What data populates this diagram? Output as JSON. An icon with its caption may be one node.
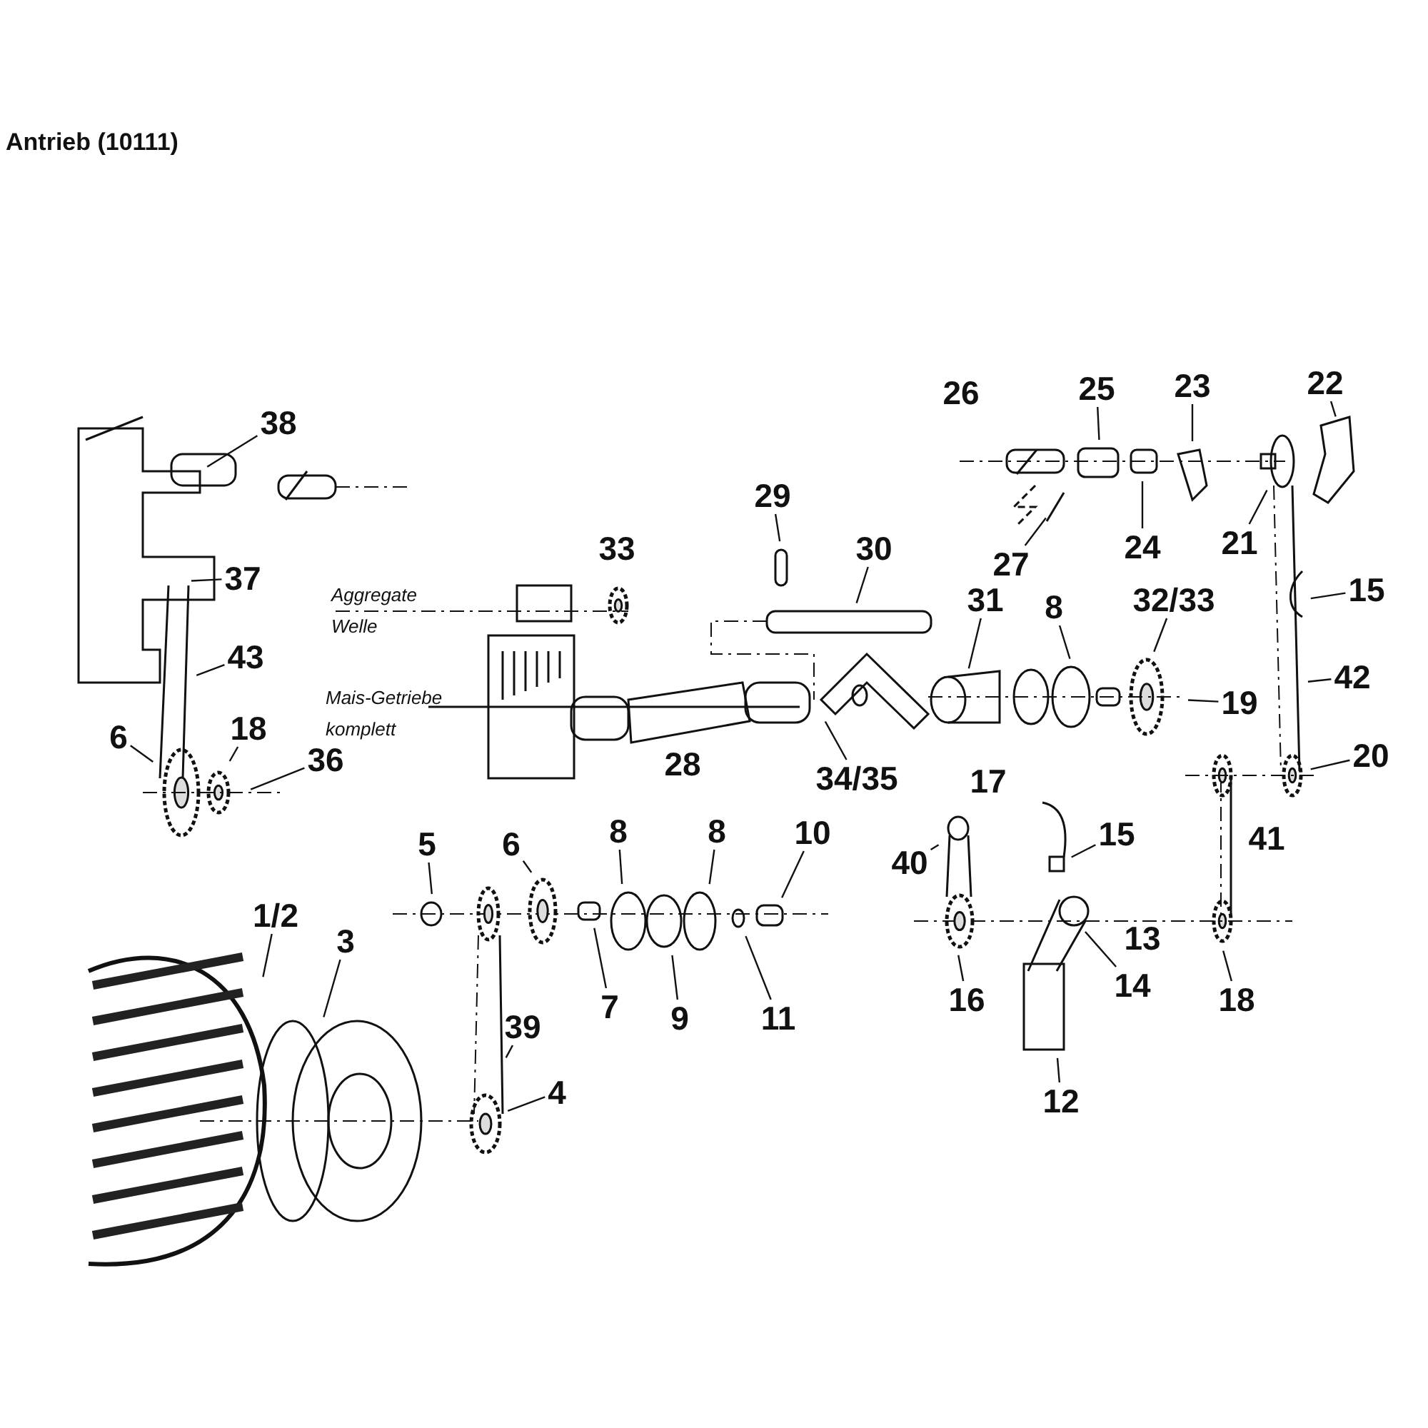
{
  "diagram": {
    "title": "Antrieb (10111)",
    "nodes": [
      {
        "text": [
          "38"
        ]
      },
      {
        "text": [
          "37"
        ]
      },
      {
        "text": [
          "43"
        ]
      },
      {
        "text": [
          "6"
        ]
      },
      {
        "text": [
          "18"
        ]
      },
      {
        "text": [
          "36"
        ]
      },
      {
        "text": [
          "29"
        ]
      },
      {
        "text": [
          "30"
        ]
      },
      {
        "text": [
          "34/35"
        ]
      },
      {
        "text": [
          "31"
        ]
      },
      {
        "text": [
          "8"
        ]
      },
      {
        "text": [
          "32/33"
        ]
      },
      {
        "text": [
          "19"
        ]
      },
      {
        "text": [
          "25"
        ]
      },
      {
        "text": [
          "23"
        ]
      },
      {
        "text": [
          "22"
        ]
      },
      {
        "text": [
          "24"
        ]
      },
      {
        "text": [
          "21"
        ]
      },
      {
        "text": [
          "27"
        ]
      },
      {
        "text": [
          "15"
        ]
      },
      {
        "text": [
          "42"
        ]
      },
      {
        "text": [
          "20"
        ]
      },
      {
        "text": [
          "40"
        ]
      },
      {
        "text": [
          "15"
        ]
      },
      {
        "text": [
          "14"
        ]
      },
      {
        "text": [
          "16"
        ]
      },
      {
        "text": [
          "18"
        ]
      },
      {
        "text": [
          "12"
        ]
      },
      {
        "text": [
          "5"
        ]
      },
      {
        "text": [
          "6"
        ]
      },
      {
        "text": [
          "8"
        ]
      },
      {
        "text": [
          "8"
        ]
      },
      {
        "text": [
          "10"
        ]
      },
      {
        "text": [
          "7"
        ]
      },
      {
        "text": [
          "9"
        ]
      },
      {
        "text": [
          "11"
        ]
      },
      {
        "text": [
          "1/2"
        ]
      },
      {
        "text": [
          "3"
        ]
      },
      {
        "text": [
          "39"
        ]
      },
      {
        "text": [
          "4"
        ]
      }
    ],
    "edges": [
      {
        "from": 0,
        "to": null,
        "arrow": "none"
      },
      {
        "from": 1,
        "to": null,
        "arrow": "none"
      },
      {
        "from": 2,
        "to": null,
        "arrow": "none"
      },
      {
        "from": 3,
        "to": null,
        "arrow": "none"
      },
      {
        "from": 4,
        "to": null,
        "arrow": "none"
      },
      {
        "from": 5,
        "to": null,
        "arrow": "none"
      },
      {
        "from": 6,
        "to": null,
        "arrow": "none"
      },
      {
        "from": 7,
        "to": null,
        "arrow": "none"
      },
      {
        "from": 8,
        "to": null,
        "arrow": "none"
      },
      {
        "from": 9,
        "to": null,
        "arrow": "none"
      },
      {
        "from": 10,
        "to": null,
        "arrow": "none"
      },
      {
        "from": 11,
        "to": null,
        "arrow": "none"
      },
      {
        "from": 12,
        "to": null,
        "arrow": "none"
      },
      {
        "from": 13,
        "to": null,
        "arrow": "none"
      },
      {
        "from": 14,
        "to": null,
        "arrow": "none"
      },
      {
        "from": 15,
        "to": null,
        "arrow": "none"
      },
      {
        "from": 16,
        "to": null,
        "arrow": "none"
      },
      {
        "from": 17,
        "to": null,
        "arrow": "none"
      },
      {
        "from": 18,
        "to": null,
        "arrow": "none"
      },
      {
        "from": 19,
        "to": null,
        "arrow": "none"
      },
      {
        "from": 20,
        "to": null,
        "arrow": "none"
      },
      {
        "from": 21,
        "to": null,
        "arrow": "none"
      },
      {
        "from": 22,
        "to": null,
        "arrow": "none"
      },
      {
        "from": 23,
        "to": null,
        "arrow": "none"
      },
      {
        "from": 24,
        "to": null,
        "arrow": "none"
      },
      {
        "from": 25,
        "to": null,
        "arrow": "none"
      },
      {
        "from": 26,
        "to": null,
        "arrow": "none"
      },
      {
        "from": 27,
        "to": null,
        "arrow": "none"
      },
      {
        "from": 28,
        "to": null,
        "arrow": "none"
      },
      {
        "from": 29,
        "to": null,
        "arrow": "none"
      },
      {
        "from": 30,
        "to": null,
        "arrow": "none"
      },
      {
        "from": 31,
        "to": null,
        "arrow": "none"
      },
      {
        "from": 32,
        "to": null,
        "arrow": "none"
      },
      {
        "from": 33,
        "to": null,
        "arrow": "none"
      },
      {
        "from": 34,
        "to": null,
        "arrow": "none"
      },
      {
        "from": 35,
        "to": null,
        "arrow": "none"
      },
      {
        "from": 36,
        "to": null,
        "arrow": "none"
      },
      {
        "from": 37,
        "to": null,
        "arrow": "none"
      },
      {
        "from": 38,
        "to": null,
        "arrow": "none"
      },
      {
        "from": 39,
        "to": null,
        "arrow": "none"
      }
    ],
    "labels": [
      "26",
      "33",
      "Aggregate Welle",
      "Mais-Getriebe komplett",
      "28",
      "17",
      "41",
      "13"
    ]
  }
}
